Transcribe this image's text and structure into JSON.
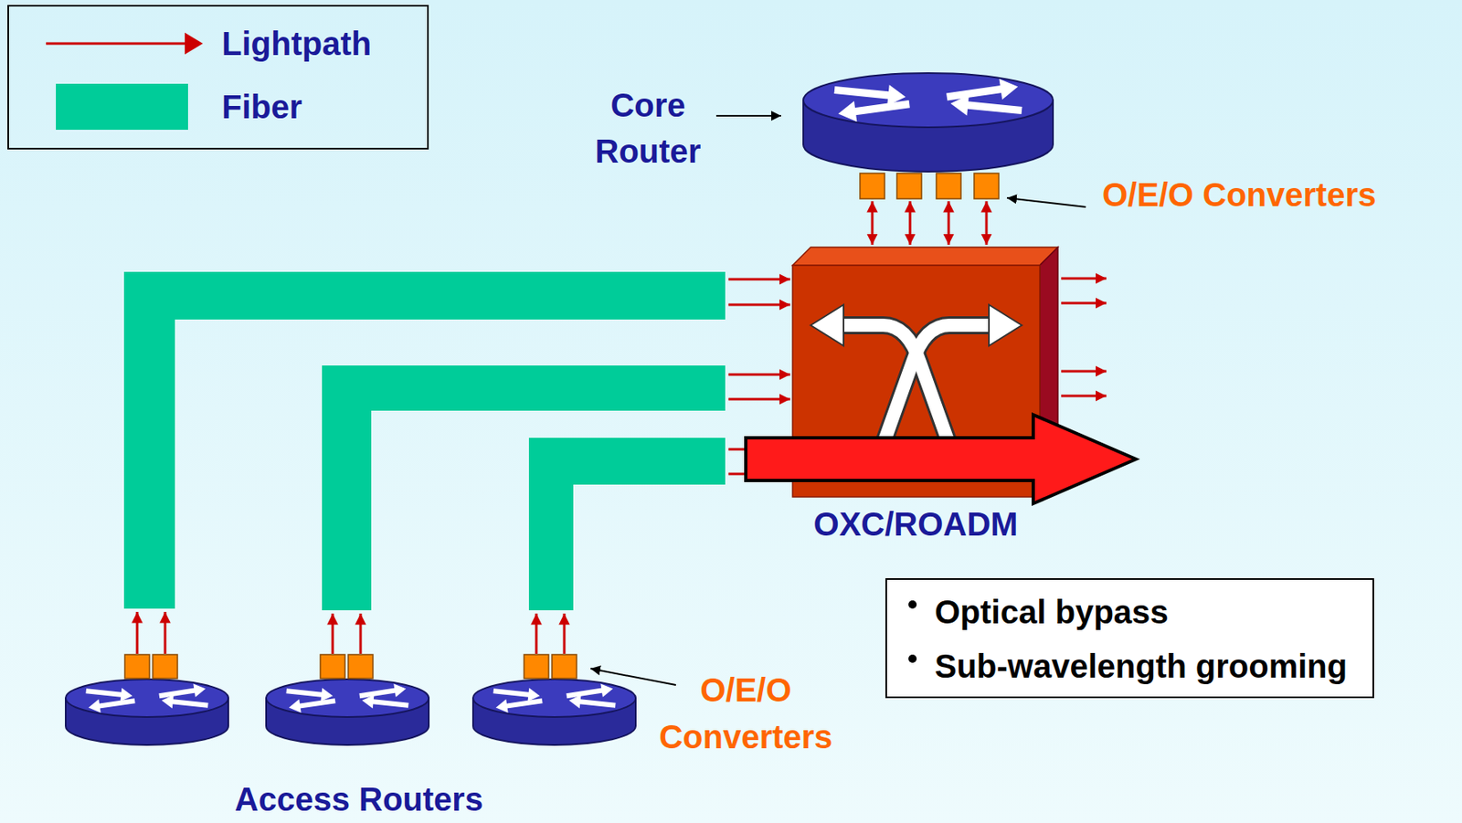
{
  "diagram": {
    "nodes": [
      {
        "text": [
          "Core Router"
        ]
      },
      {
        "text": [
          "OXC/ROADM"
        ]
      },
      {
        "text": [
          "Optical bypass",
          "Sub-wavelength grooming"
        ]
      }
    ],
    "edges": [
      {
        "from": 0,
        "to": 1,
        "arrow": "both"
      },
      {
        "from": 0,
        "to": 1,
        "arrow": "both"
      },
      {
        "from": 0,
        "to": 1,
        "arrow": "both"
      },
      {
        "from": 0,
        "to": 1,
        "arrow": "both"
      }
    ],
    "labels": [
      "O/E/O Converters",
      "O/E/O Converters",
      "Access Routers"
    ],
    "legend": [
      {
        "text": "Lightpath"
      },
      {
        "text": "Fiber",
        "color": "#00cc99"
      }
    ]
  }
}
